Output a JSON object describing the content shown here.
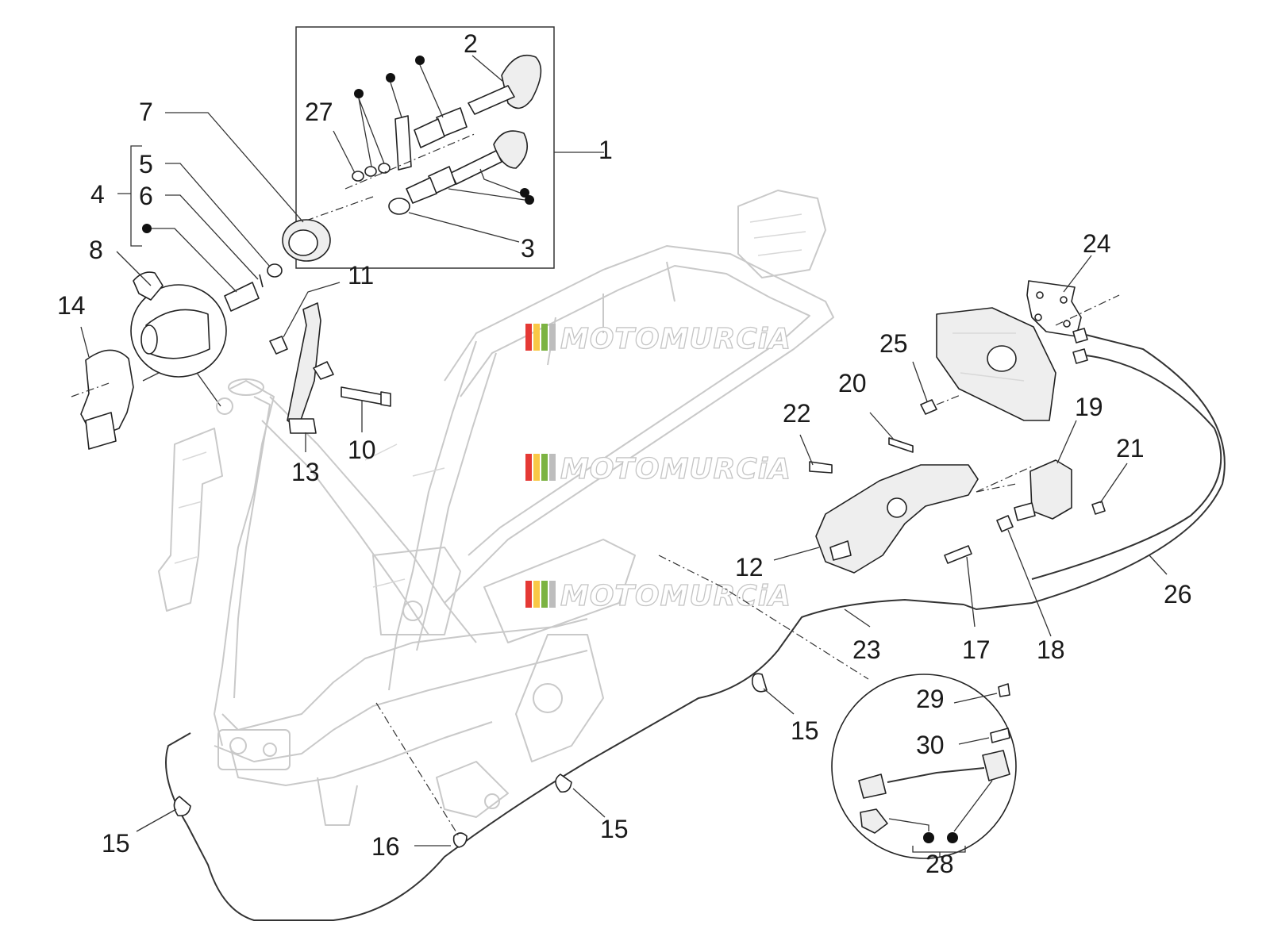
{
  "watermark": {
    "text": "MOTOMURCiA",
    "stripe_colors": [
      "#e53935",
      "#f9c846",
      "#7cb342",
      "#bdbdbd"
    ]
  },
  "labels": {
    "p1": "1",
    "p2": "2",
    "p3": "3",
    "p4": "4",
    "p5": "5",
    "p6": "6",
    "p7": "7",
    "p8": "8",
    "p10": "10",
    "p11": "11",
    "p12": "12",
    "p13": "13",
    "p14": "14",
    "p15a": "15",
    "p15b": "15",
    "p15c": "15",
    "p16": "16",
    "p17": "17",
    "p18": "18",
    "p19": "19",
    "p20": "20",
    "p21": "21",
    "p22": "22",
    "p23": "23",
    "p24": "24",
    "p25": "25",
    "p26": "26",
    "p27": "27",
    "p28": "28",
    "p29": "29",
    "p30": "30"
  },
  "colors": {
    "frame": "#c9c9c9",
    "ink": "#222222"
  }
}
